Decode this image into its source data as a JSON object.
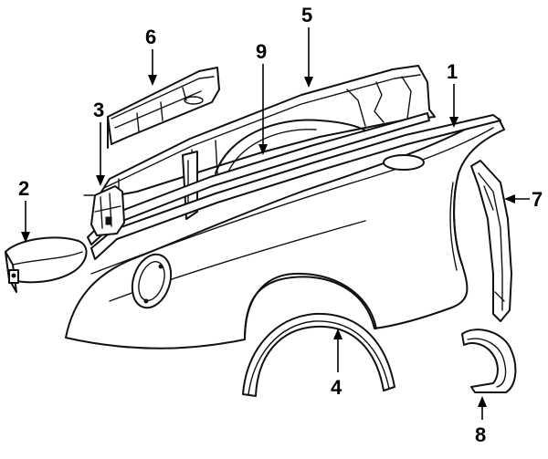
{
  "callouts": {
    "c1": "1",
    "c2": "2",
    "c3": "3",
    "c4": "4",
    "c5": "5",
    "c6": "6",
    "c7": "7",
    "c8": "8",
    "c9": "9"
  },
  "colors": {
    "line": "#111111",
    "background": "#ffffff",
    "shade": "#e6e6e6"
  }
}
